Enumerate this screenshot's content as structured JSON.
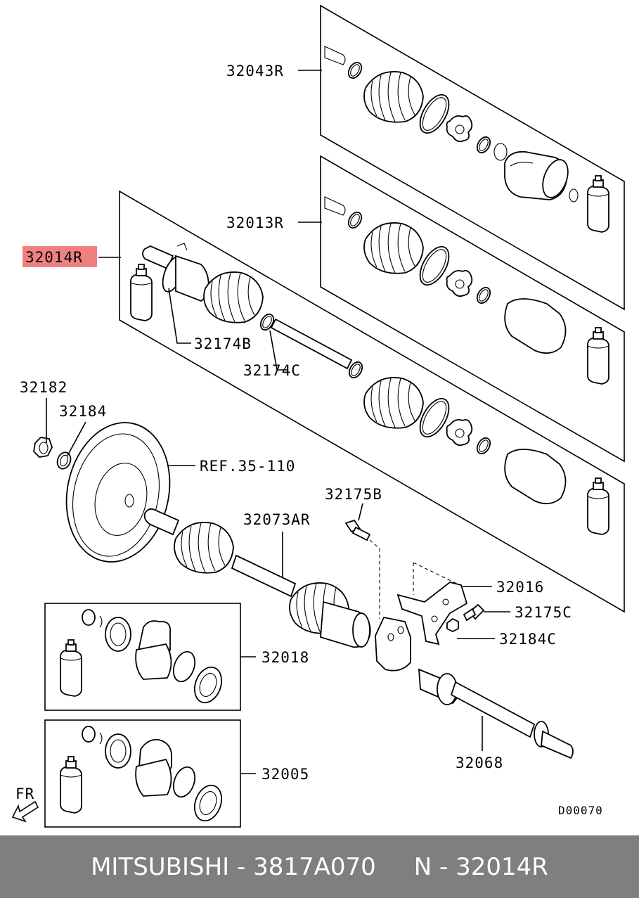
{
  "diagram": {
    "highlight_color": "#f08080",
    "labels": {
      "l32043R": "32043R",
      "l32013R": "32013R",
      "l32014R": "32014R",
      "l32174B": "32174B",
      "l32174C": "32174C",
      "l32182": "32182",
      "l32184": "32184",
      "ref": "REF.35-110",
      "l32175B": "32175B",
      "l32073AR": "32073AR",
      "l32016": "32016",
      "l32175C": "32175C",
      "l32184C": "32184C",
      "l32018": "32018",
      "l32068": "32068",
      "l32005": "32005",
      "fr": "FR",
      "code": "D00070"
    }
  },
  "footer": {
    "text": "MITSUBISHI - 3817A070     N - 32014R"
  }
}
